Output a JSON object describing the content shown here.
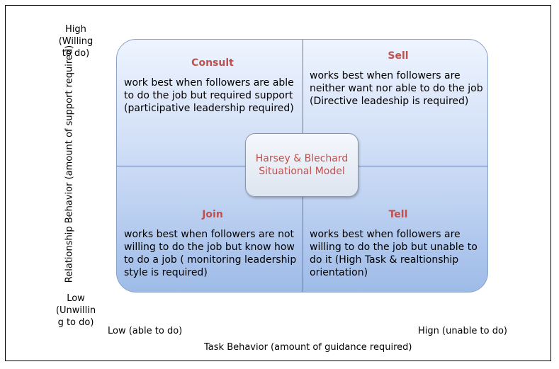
{
  "y_axis": {
    "high_label": "High\n(Willing\nto do)",
    "low_label": "Low\n(Unwillin\ng to do)",
    "title": "Relationship Behavior (amount of support required)"
  },
  "x_axis": {
    "low_label": "Low (able to do)",
    "high_label": "Hign (unable to do)",
    "title": "Task Behavior (amount of guidance required)"
  },
  "quadrants": {
    "consult": {
      "title": "Consult",
      "body": "work best when followers are able to do the job but required support (participative leadership required)"
    },
    "sell": {
      "title": "Sell",
      "body": "works best when followers are neither want nor able to do the job (Directive leadeship is required)"
    },
    "join": {
      "title": "Join",
      "body": "works best when followers are not willing to do the job but know how to do a job ( monitoring leadership style is required)"
    },
    "tell": {
      "title": "Tell",
      "body": "works best when followers are willing to do the job but unable to do it (High Task & realtionship orientation)"
    }
  },
  "center": {
    "title": "Harsey & Blechard\nSituational Model"
  },
  "colors": {
    "accent_text": "#c0504d",
    "panel_top": "#eef4ff",
    "panel_bottom": "#9ebbe8",
    "divider": "#5f7ba6"
  }
}
